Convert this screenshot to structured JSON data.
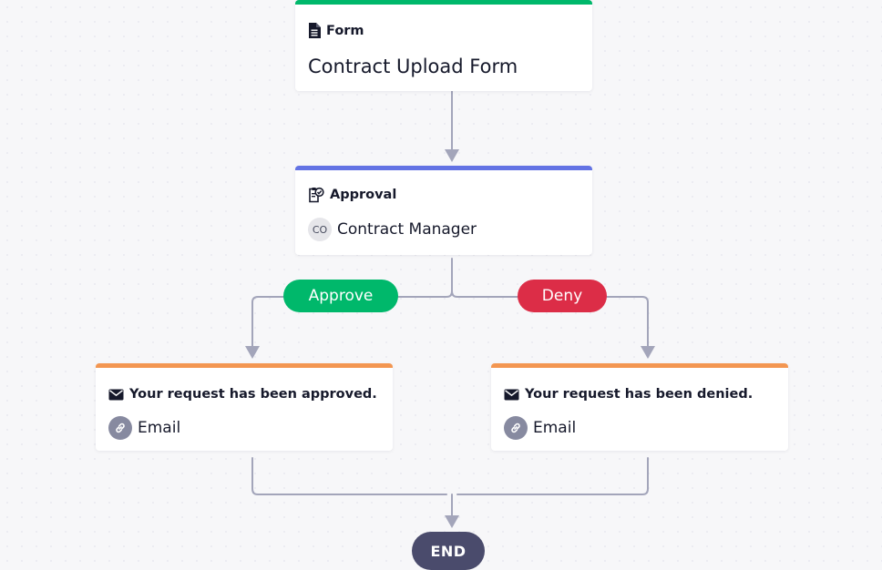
{
  "colors": {
    "form_accent": "#00b86b",
    "approval_accent": "#6373e4",
    "email_accent": "#f39651",
    "approve_pill": "#00b86b",
    "deny_pill": "#dc2d47",
    "end_node": "#4a4b6c",
    "connector": "#a3a5ba"
  },
  "form_node": {
    "type_label": "Form",
    "icon": "document-icon",
    "title": "Contract Upload Form"
  },
  "approval_node": {
    "type_label": "Approval",
    "icon": "approval-clipboard-icon",
    "assignee_initials": "CO",
    "assignee": "Contract Manager"
  },
  "branches": {
    "approve_label": "Approve",
    "deny_label": "Deny"
  },
  "email_approved": {
    "icon": "envelope-icon",
    "subject": "Your request has been approved.",
    "link_icon": "link-icon",
    "recipient_label": "Email"
  },
  "email_denied": {
    "icon": "envelope-icon",
    "subject": "Your request has been denied.",
    "link_icon": "link-icon",
    "recipient_label": "Email"
  },
  "end_label": "END"
}
